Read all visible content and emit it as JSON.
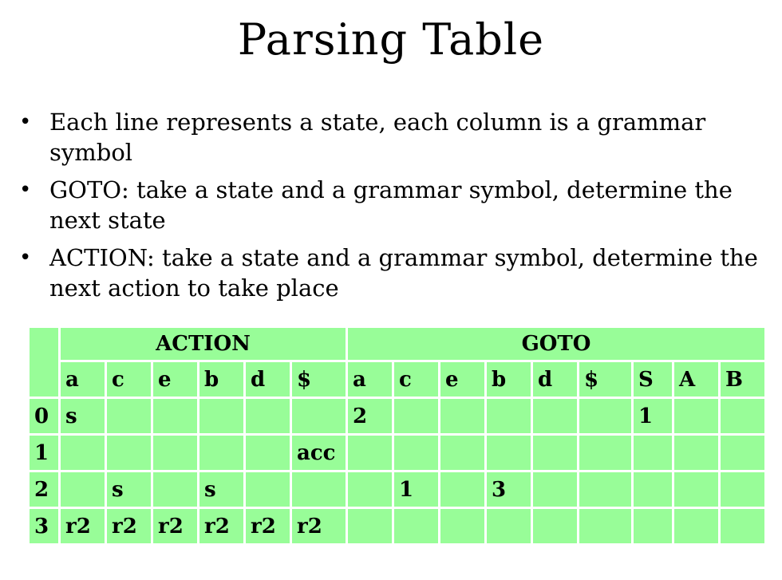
{
  "title": "Parsing Table",
  "bullets": [
    "Each line represents a state, each column is a grammar symbol",
    "GOTO: take a state and a grammar symbol, determine the next state",
    "ACTION: take a state and a grammar symbol, determine the next action to take place"
  ],
  "table": {
    "groups": {
      "action": "ACTION",
      "goto": "GOTO"
    },
    "action_columns": [
      "a",
      "c",
      "e",
      "b",
      "d",
      "$"
    ],
    "goto_columns": [
      "a",
      "c",
      "e",
      "b",
      "d",
      "$",
      "S",
      "A",
      "B"
    ],
    "rows": [
      {
        "state": "0",
        "action": [
          "s",
          "",
          "",
          "",
          "",
          ""
        ],
        "goto": [
          "2",
          "",
          "",
          "",
          "",
          "",
          "1",
          "",
          ""
        ]
      },
      {
        "state": "1",
        "action": [
          "",
          "",
          "",
          "",
          "",
          "acc"
        ],
        "goto": [
          "",
          "",
          "",
          "",
          "",
          "",
          "",
          "",
          ""
        ]
      },
      {
        "state": "2",
        "action": [
          "",
          "s",
          "",
          "s",
          "",
          ""
        ],
        "goto": [
          "",
          "1",
          "",
          "3",
          "",
          "",
          "",
          "",
          ""
        ]
      },
      {
        "state": "3",
        "action": [
          "r2",
          "r2",
          "r2",
          "r2",
          "r2",
          "r2"
        ],
        "goto": [
          "",
          "",
          "",
          "",
          "",
          "",
          "",
          "",
          ""
        ]
      }
    ]
  }
}
